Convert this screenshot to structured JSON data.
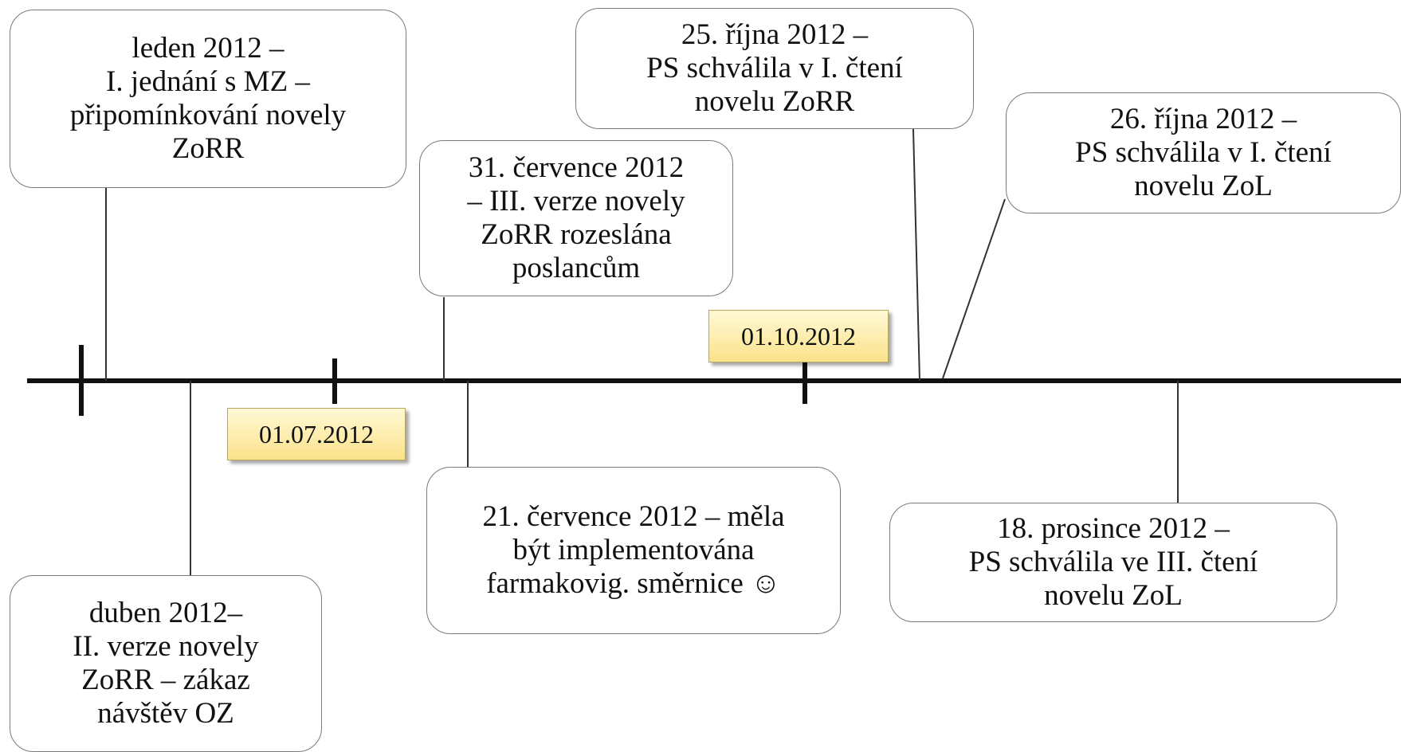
{
  "timeline": {
    "axis_labels": [
      "01.07.2012",
      "01.10.2012"
    ],
    "events": [
      {
        "id": "leden-2012",
        "lines": [
          "leden 2012 –",
          "I. jednání s MZ –",
          "připomínkování novely",
          "ZoRR"
        ]
      },
      {
        "id": "duben-2012",
        "lines": [
          "duben 2012–",
          "II. verze novely",
          "ZoRR – zákaz",
          "návštěv OZ"
        ]
      },
      {
        "id": "31-cervence-2012",
        "lines": [
          "31. července 2012",
          "– III. verze novely",
          "ZoRR rozeslána",
          "poslancům"
        ]
      },
      {
        "id": "21-cervence-2012",
        "lines": [
          "21. července 2012 – měla",
          "být implementována",
          "farmakovig. směrnice ☺"
        ]
      },
      {
        "id": "25-rijna-2012",
        "lines": [
          "25. října 2012 –",
          "PS schválila v I. čtení",
          "novelu ZoRR"
        ]
      },
      {
        "id": "26-rijna-2012",
        "lines": [
          "26. října 2012 –",
          "PS schválila v I. čtení",
          "novelu ZoL"
        ]
      },
      {
        "id": "18-prosince-2012",
        "lines": [
          "18. prosince 2012 –",
          "PS schválila ve III. čtení",
          "novelu ZoL"
        ]
      }
    ]
  }
}
